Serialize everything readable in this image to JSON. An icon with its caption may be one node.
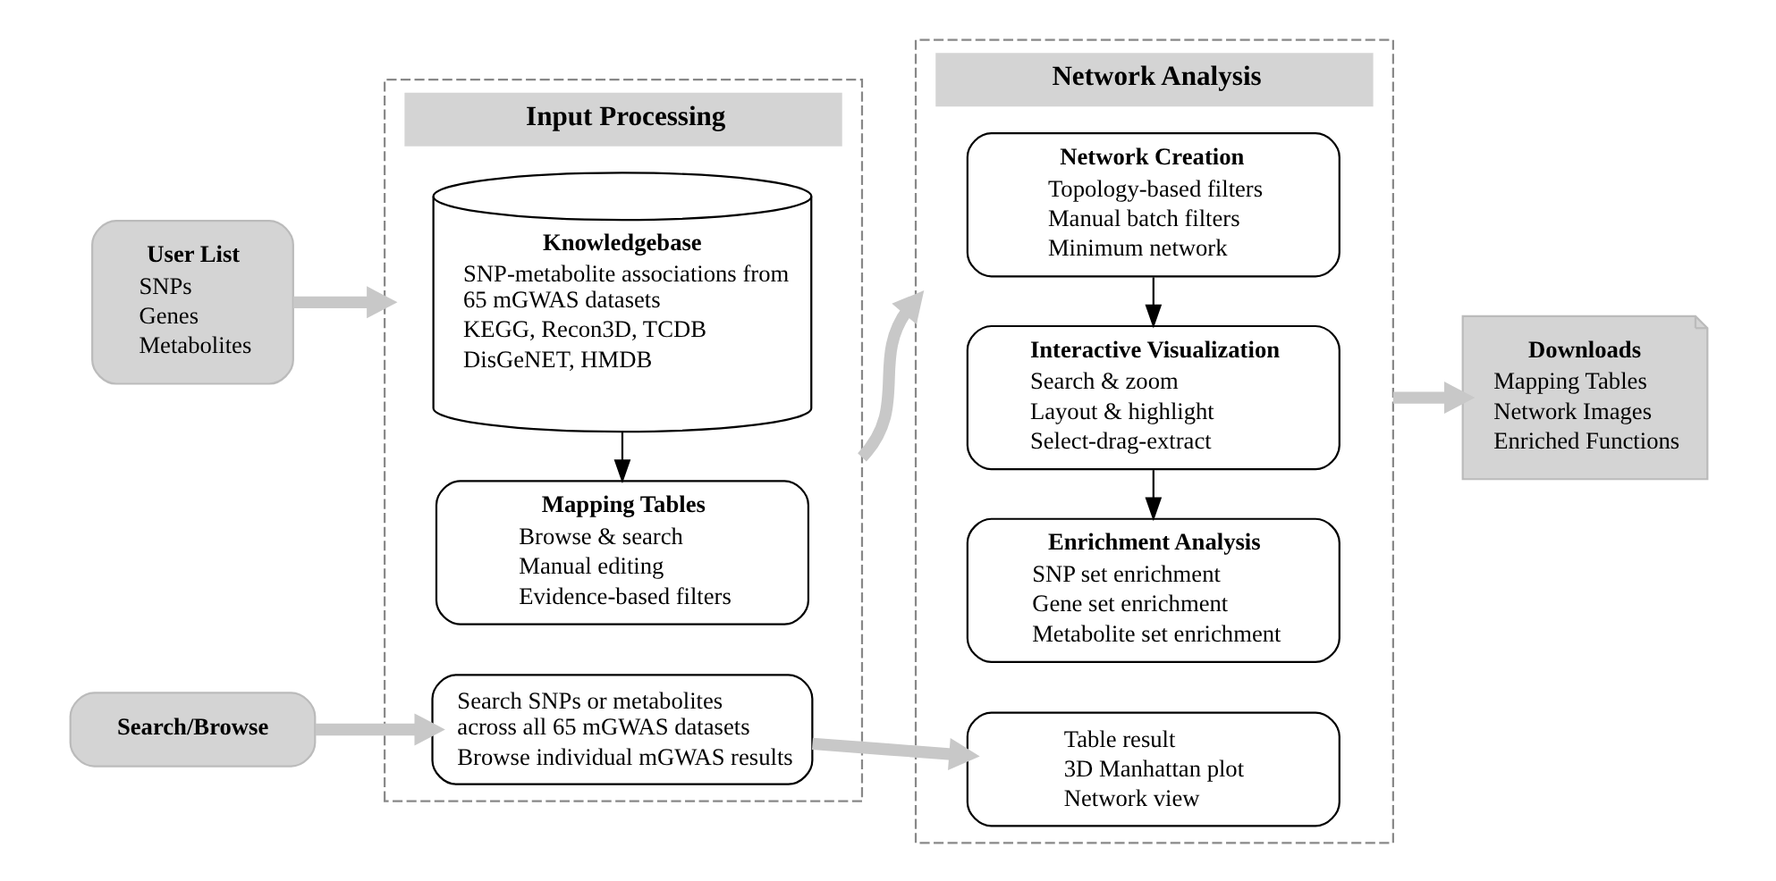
{
  "diagram": {
    "nodes": [
      {
        "text": [
          "User List",
          "SNPs",
          "Genes",
          "Metabolites"
        ]
      },
      {
        "text": [
          "Input Processing"
        ]
      },
      {
        "text": [
          "Knowledgebase",
          "SNP-metabolite associations from 65 mGWAS datasets",
          "KEGG, Recon3D, TCDB",
          "DisGeNET, HMDB"
        ],
        "in": 1
      },
      {
        "text": [
          "Mapping Tables",
          "Browse & search",
          "Manual editing",
          "Evidence-based filters"
        ],
        "in": 1
      },
      {
        "text": [
          "Search SNPs or metabolites across all 65 mGWAS datasets",
          "Browse individual mGWAS results"
        ],
        "in": 1
      },
      {
        "text": [
          "Network Analysis"
        ]
      },
      {
        "text": [
          "Network Creation",
          "Topology-based filters",
          "Manual batch filters",
          "Minimum network"
        ],
        "in": 5
      },
      {
        "text": [
          "Interactive Visualization",
          "Search & zoom",
          "Layout & highlight",
          "Select-drag-extract"
        ],
        "in": 5
      },
      {
        "text": [
          "Enrichment Analysis",
          "SNP set enrichment",
          "Gene set enrichment",
          "Metabolite set enrichment"
        ],
        "in": 5
      },
      {
        "text": [
          "Table result",
          "3D Manhattan plot",
          "Network view"
        ],
        "in": 5
      },
      {
        "text": [
          "Downloads",
          "Mapping Tables",
          "Network Images",
          "Enriched Functions"
        ]
      },
      {
        "text": [
          "Search/Browse"
        ]
      }
    ],
    "edges": [
      {
        "from": 0,
        "to": 1,
        "arrow": "to"
      },
      {
        "from": 2,
        "to": 3,
        "arrow": "to",
        "color": "#000000"
      },
      {
        "from": 1,
        "to": 5,
        "arrow": "to"
      },
      {
        "from": 6,
        "to": 7,
        "arrow": "to",
        "color": "#000000"
      },
      {
        "from": 7,
        "to": 8,
        "arrow": "to",
        "color": "#000000"
      },
      {
        "from": 5,
        "to": 10,
        "arrow": "to"
      },
      {
        "from": 11,
        "to": 4,
        "arrow": "to"
      },
      {
        "from": 4,
        "to": 9,
        "arrow": "to"
      }
    ]
  }
}
